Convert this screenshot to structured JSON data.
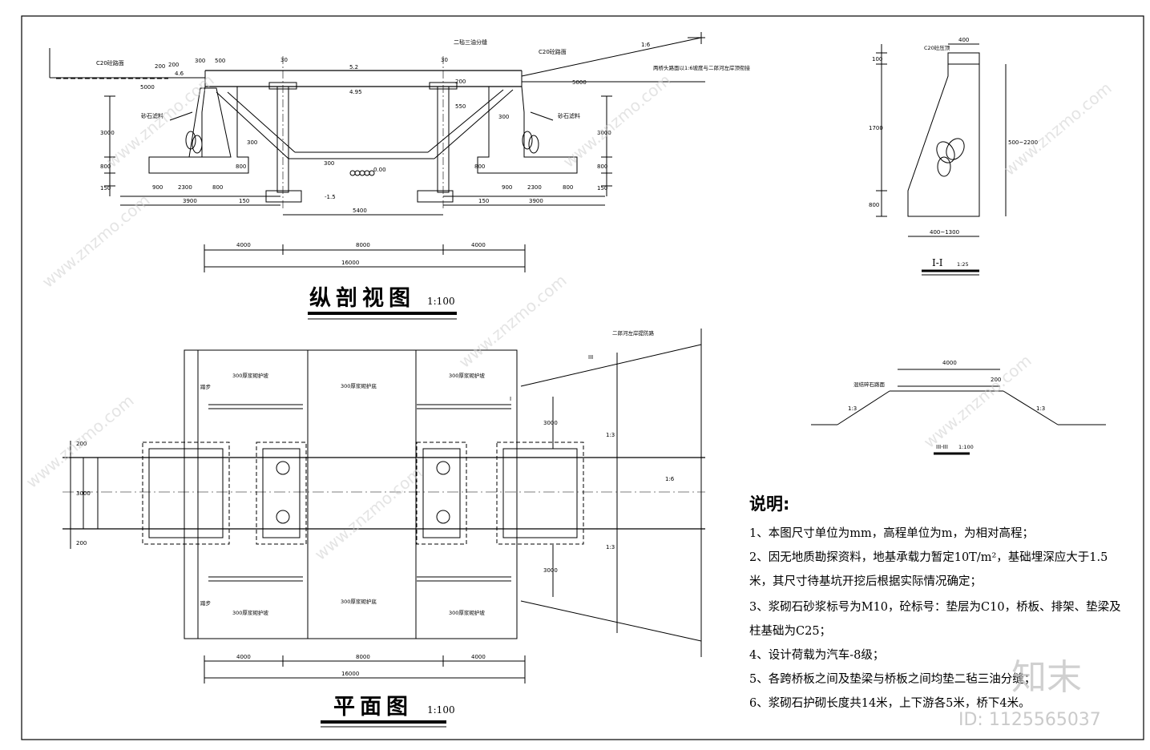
{
  "section_view": {
    "title": "纵剖视图",
    "scale": "1:100",
    "labels": {
      "felt": "二毡三油分缝",
      "c20_road": "C20砼路面",
      "c20_road_left": "C20砼路面",
      "slope_top": "1:6",
      "slope_note": "两桥头路面以1:6坡度与二郎河左岸顶衔接",
      "filter_left": "砂石滤料",
      "filter_right": "砂石滤料"
    },
    "elevations": [
      "5.2",
      "4.95",
      "4.6",
      "0.00",
      "-1.5"
    ],
    "dims": {
      "d300a": "300",
      "d500": "500",
      "d200a": "200",
      "d5000l": "5000",
      "d5000r": "5000",
      "d3000l": "3000",
      "d3000r": "3000",
      "d800a": "800",
      "d800b": "800",
      "d150a": "150",
      "d150b": "150",
      "d900a": "900",
      "d2300a": "2300",
      "d800c": "800",
      "d3900a": "3900",
      "d150c": "150",
      "d900b": "900",
      "d2300b": "2300",
      "d800d": "800",
      "d3900b": "3900",
      "d150d": "150",
      "d5400": "5400",
      "d30a": "30",
      "d30b": "30",
      "d200b": "200",
      "d550": "550",
      "d300b": "300",
      "d300c": "300",
      "d300d": "300",
      "d800e": "800",
      "d800f": "800",
      "d200c": "200",
      "d4000a": "4000",
      "d8000a": "8000",
      "d4000b": "4000",
      "d16000a": "16000"
    }
  },
  "plan_view": {
    "title": "平面图",
    "scale": "1:100",
    "labels": {
      "revet_tl": "300厚浆砌护坡",
      "bottom_top": "300厚浆砌护底",
      "revet_tr": "300厚浆砌护坡",
      "revet_bl": "300厚浆砌护坡",
      "bottom_bot": "300厚浆砌护底",
      "revet_br": "300厚浆砌护坡",
      "river_top": "二郎河左岸提防路",
      "ramp": "1:6",
      "side_slope_a": "1:3",
      "side_slope_b": "1:3",
      "sec1": "I",
      "sec3": "III",
      "step_a": "踏步",
      "step_b": "踏步"
    },
    "dims": {
      "w200a": "200",
      "w3000": "3000",
      "w200b": "200",
      "w3000b": "3000",
      "w3000c": "3000",
      "p4000a": "4000",
      "p8000": "8000",
      "p4000b": "4000",
      "p16000": "16000"
    }
  },
  "section_1": {
    "title": "I-I",
    "scale": "1:25",
    "labels": {
      "cap": "C20砼压顶"
    },
    "dims": {
      "top": "400",
      "cap": "100",
      "h1": "1700",
      "h2": "500~2200",
      "base": "800",
      "bw": "400~1300"
    }
  },
  "section_3": {
    "title": "III-III",
    "scale": "1:100",
    "labels": {
      "road": "混结碎石路面",
      "slope_l": "1:3",
      "slope_r": "1:3"
    },
    "dims": {
      "w": "4000",
      "t": "200"
    }
  },
  "notes": {
    "title": "说明:",
    "items": [
      "1、本图尺寸单位为mm，高程单位为m，为相对高程；",
      "2、因无地质勘探资料，地基承载力暂定10T/m²，基础埋深应大于1.5",
      "米，其尺寸待基坑开挖后根据实际情况确定；",
      "3、浆砌石砂浆标号为M10，砼标号：垫层为C10，桥板、排架、垫梁及",
      "柱基础为C25；",
      "4、设计荷载为汽车-8级；",
      "5、各跨桥板之间及垫梁与桥板之间均垫二毡三油分缝；",
      "6、浆砌石护砌长度共14米，上下游各5米，桥下4米。"
    ]
  },
  "watermarks": {
    "site": "www.znzmo.com",
    "brand": "知末",
    "id": "ID: 1125565037"
  }
}
